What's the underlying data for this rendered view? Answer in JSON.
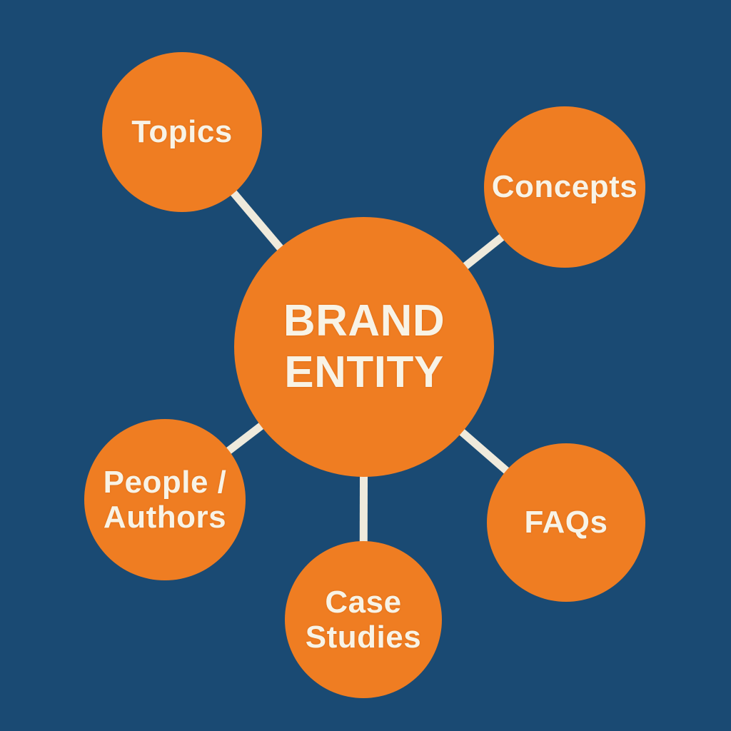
{
  "diagram": {
    "type": "mind-map",
    "title": "BRAND ENTITY",
    "center": {
      "id": "brand-entity",
      "label": "BRAND\nENTITY"
    },
    "nodes": [
      {
        "id": "topics",
        "label": "Topics"
      },
      {
        "id": "concepts",
        "label": "Concepts"
      },
      {
        "id": "people-authors",
        "label": "People /\nAuthors"
      },
      {
        "id": "faqs",
        "label": "FAQs"
      },
      {
        "id": "case-studies",
        "label": "Case\nStudies"
      }
    ],
    "edges": [
      {
        "from": "brand-entity",
        "to": "topics"
      },
      {
        "from": "brand-entity",
        "to": "concepts"
      },
      {
        "from": "brand-entity",
        "to": "people-authors"
      },
      {
        "from": "brand-entity",
        "to": "faqs"
      },
      {
        "from": "brand-entity",
        "to": "case-studies"
      }
    ],
    "colors": {
      "background": "#1A4A73",
      "node_fill": "#EF7D22",
      "label_text": "#F8F3E6",
      "connector": "#EFEADC"
    }
  }
}
